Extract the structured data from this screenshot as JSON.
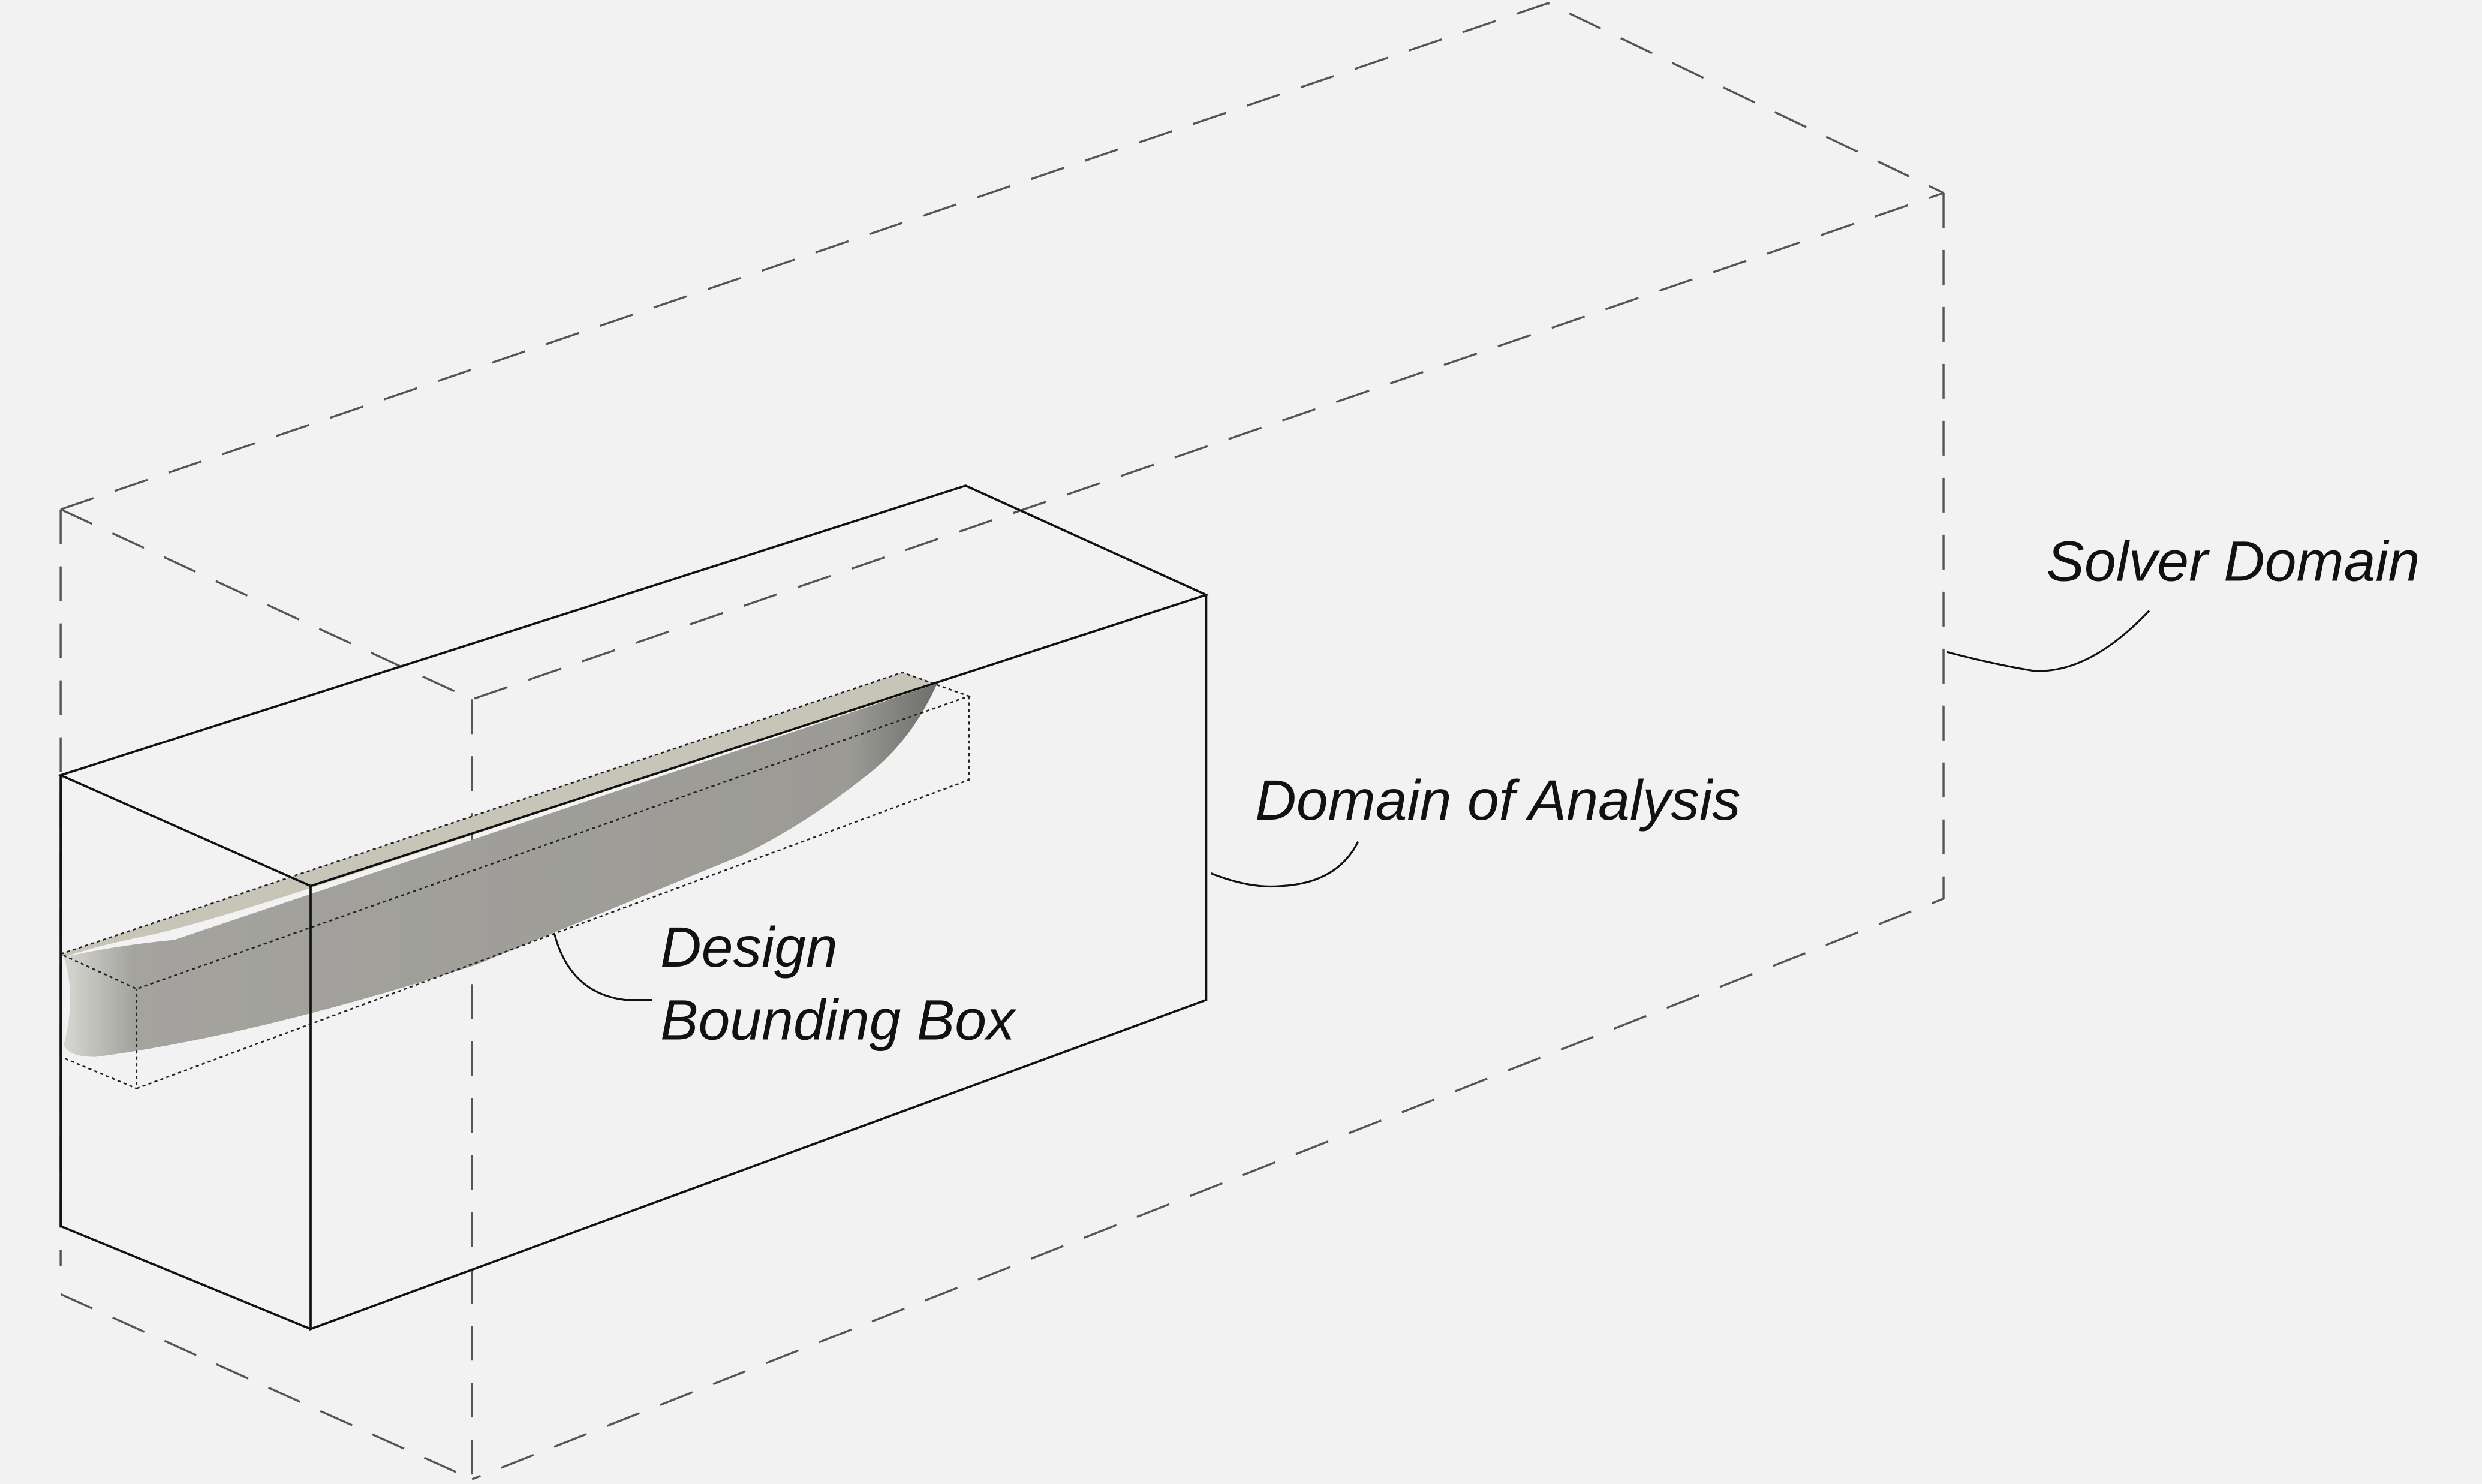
{
  "labels": {
    "solver_domain": "Solver Domain",
    "domain_of_analysis": "Domain of Analysis",
    "design_bounding_box_line1": "Design",
    "design_bounding_box_line2": "Bounding Box"
  },
  "colors": {
    "background": "#f2f2f2",
    "hull_deck": "#c7c4b8",
    "hull_side": "#9b9a95",
    "lines": "#111111"
  }
}
